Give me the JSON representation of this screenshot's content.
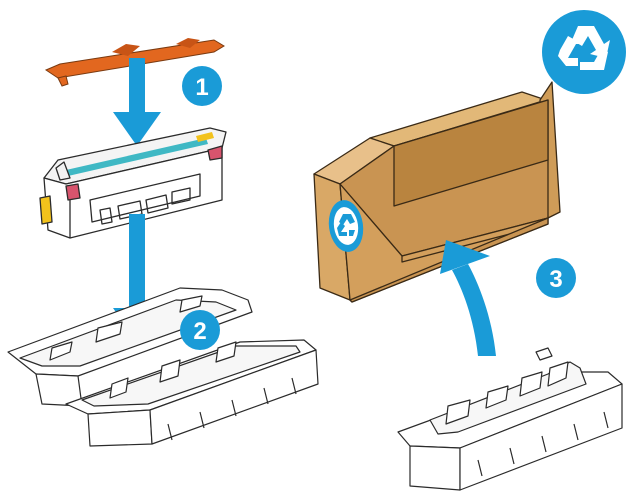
{
  "steps": [
    {
      "number": "1"
    },
    {
      "number": "2"
    },
    {
      "number": "3"
    }
  ],
  "colors": {
    "accent_blue": "#1a9bd7",
    "clip_orange": "#e2671f",
    "box_cardboard": "#d9a866",
    "box_edge": "#3a2a16",
    "cartridge_cyan": "#3fb8c4",
    "cartridge_yellow": "#f2c21c",
    "cartridge_pink": "#d8546d",
    "line_art": "#2b2b2b"
  },
  "icons": [
    "recycle-icon",
    "box-recycle-icon",
    "arrow-down-icon",
    "arrow-curved-up-icon"
  ]
}
